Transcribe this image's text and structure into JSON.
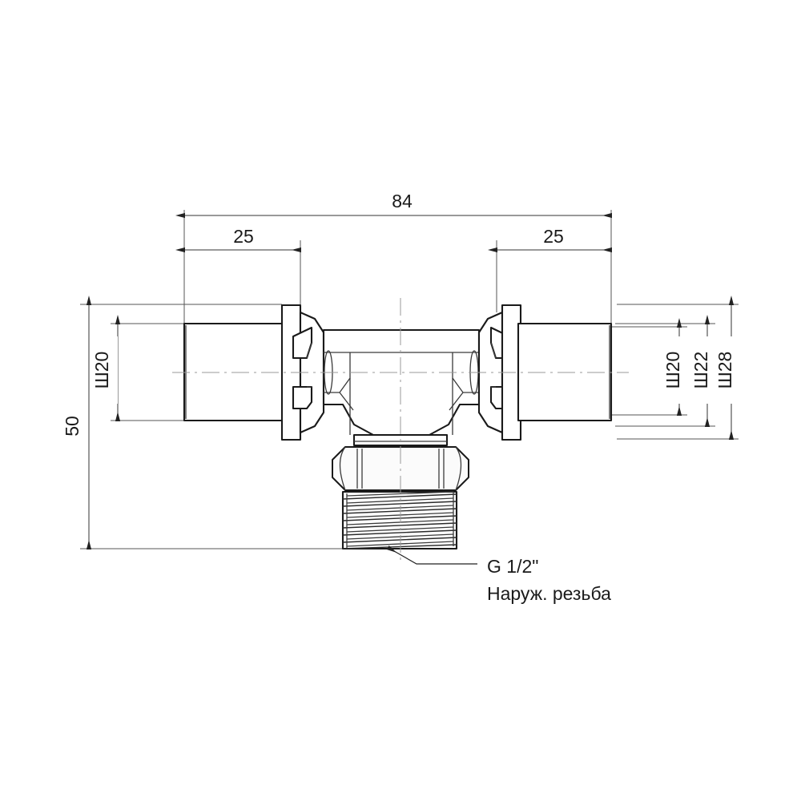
{
  "drawing": {
    "title": "Press fitting tee with male thread",
    "background_color": "#ffffff",
    "line_color": "#1a1a1a",
    "dimension_color": "#333333"
  },
  "dimensions": {
    "overall_length": "84",
    "left_socket_length": "25",
    "right_socket_length": "25",
    "overall_height": "50",
    "left_bore_diameter": "Ш20",
    "right_bore_diameter": "Ш20",
    "right_middle_diameter": "Ш22",
    "right_outer_diameter": "Ш28"
  },
  "annotations": {
    "thread_size": "G 1/2\"",
    "thread_type": "Наруж. резьба"
  }
}
